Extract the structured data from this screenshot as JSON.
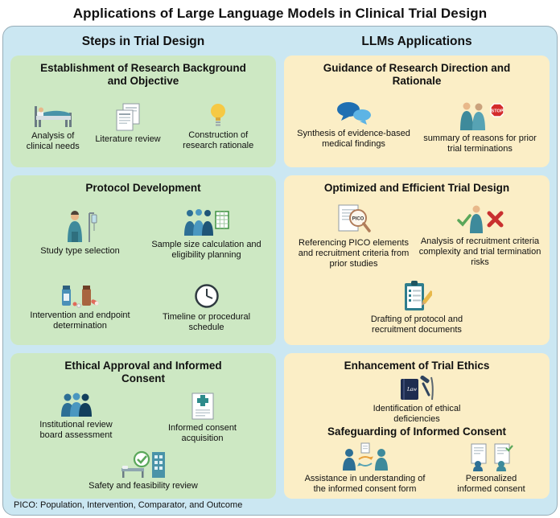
{
  "title": "Applications of Large Language Models in Clinical Trial Design",
  "footnote": "PICO: Population, Intervention, Comparator, and Outcome",
  "colors": {
    "panel_background": "#cbe7f2",
    "steps_box_background": "#cde8c3",
    "llm_box_background": "#fbeec6",
    "stop_sign_red": "#d42b2b",
    "check_green": "#5aa75a",
    "cross_red": "#c93030"
  },
  "columns": {
    "left": {
      "header": "Steps in Trial Design",
      "boxes": [
        {
          "title": "Establishment of Research Background and Objective",
          "items": [
            {
              "label": "Analysis of clinical needs",
              "icon": "hospital-bed-icon"
            },
            {
              "label": "Literature review",
              "icon": "documents-icon"
            },
            {
              "label": "Construction of research rationale",
              "icon": "lightbulb-icon"
            }
          ]
        },
        {
          "title": "Protocol Development",
          "items": [
            {
              "label": "Study type selection",
              "icon": "clinician-iv-icon"
            },
            {
              "label": "Sample size calculation and eligibility planning",
              "icon": "team-spreadsheet-icon"
            },
            {
              "label": "Intervention and endpoint determination",
              "icon": "medications-icon"
            },
            {
              "label": "Timeline or procedural schedule",
              "icon": "clock-icon"
            }
          ]
        },
        {
          "title": "Ethical Approval and Informed Consent",
          "items": [
            {
              "label": "Institutional review board assessment",
              "icon": "review-board-icon"
            },
            {
              "label": "Informed consent acquisition",
              "icon": "consent-document-icon"
            },
            {
              "label": "Safety and feasibility review",
              "icon": "safety-check-icon"
            }
          ]
        }
      ]
    },
    "right": {
      "header": "LLMs Applications",
      "boxes": [
        {
          "title": "Guidance of Research Direction and Rationale",
          "items": [
            {
              "label": "Synthesis of evidence-based medical findings",
              "icon": "speech-bubbles-icon"
            },
            {
              "label": "summary of reasons for prior trial terminations",
              "icon": "stop-person-icon"
            }
          ]
        },
        {
          "title": "Optimized and Efficient Trial Design",
          "items": [
            {
              "label": "Referencing PICO elements and recruitment criteria from prior studies",
              "icon": "pico-document-icon"
            },
            {
              "label": "Analysis of recruitment criteria complexity and trial termination risks",
              "icon": "recruitment-risk-icon"
            },
            {
              "label": "Drafting of protocol and recruitment documents",
              "icon": "clipboard-checklist-icon"
            }
          ]
        },
        {
          "title": "Enhancement of Trial Ethics",
          "items": [
            {
              "label": "Identification of ethical deficiencies",
              "icon": "law-book-icon"
            }
          ],
          "subtitle": "Safeguarding of Informed Consent",
          "sub_items": [
            {
              "label": "Assistance in understanding of the informed consent form",
              "icon": "consent-dialogue-icon"
            },
            {
              "label": "Personalized informed consent",
              "icon": "personalized-consent-icon"
            }
          ]
        }
      ]
    }
  }
}
